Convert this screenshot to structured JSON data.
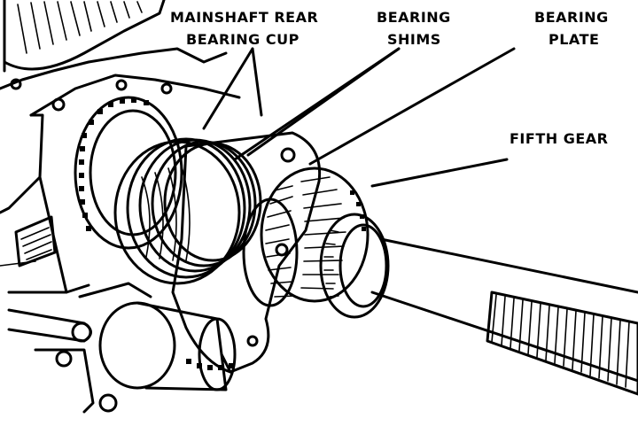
{
  "labels": {
    "mainshaft_rear_line1": "MAINSHAFT REAR",
    "mainshaft_rear_line2": "BEARING CUP",
    "bearing_shims_line1": "BEARING",
    "bearing_shims_line2": "SHIMS",
    "bearing_plate_line1": "BEARING",
    "bearing_plate_line2": "PLATE",
    "fifth_gear": "FIFTH GEAR"
  },
  "colors": {
    "ink": "#000000",
    "paper": "#ffffff"
  }
}
